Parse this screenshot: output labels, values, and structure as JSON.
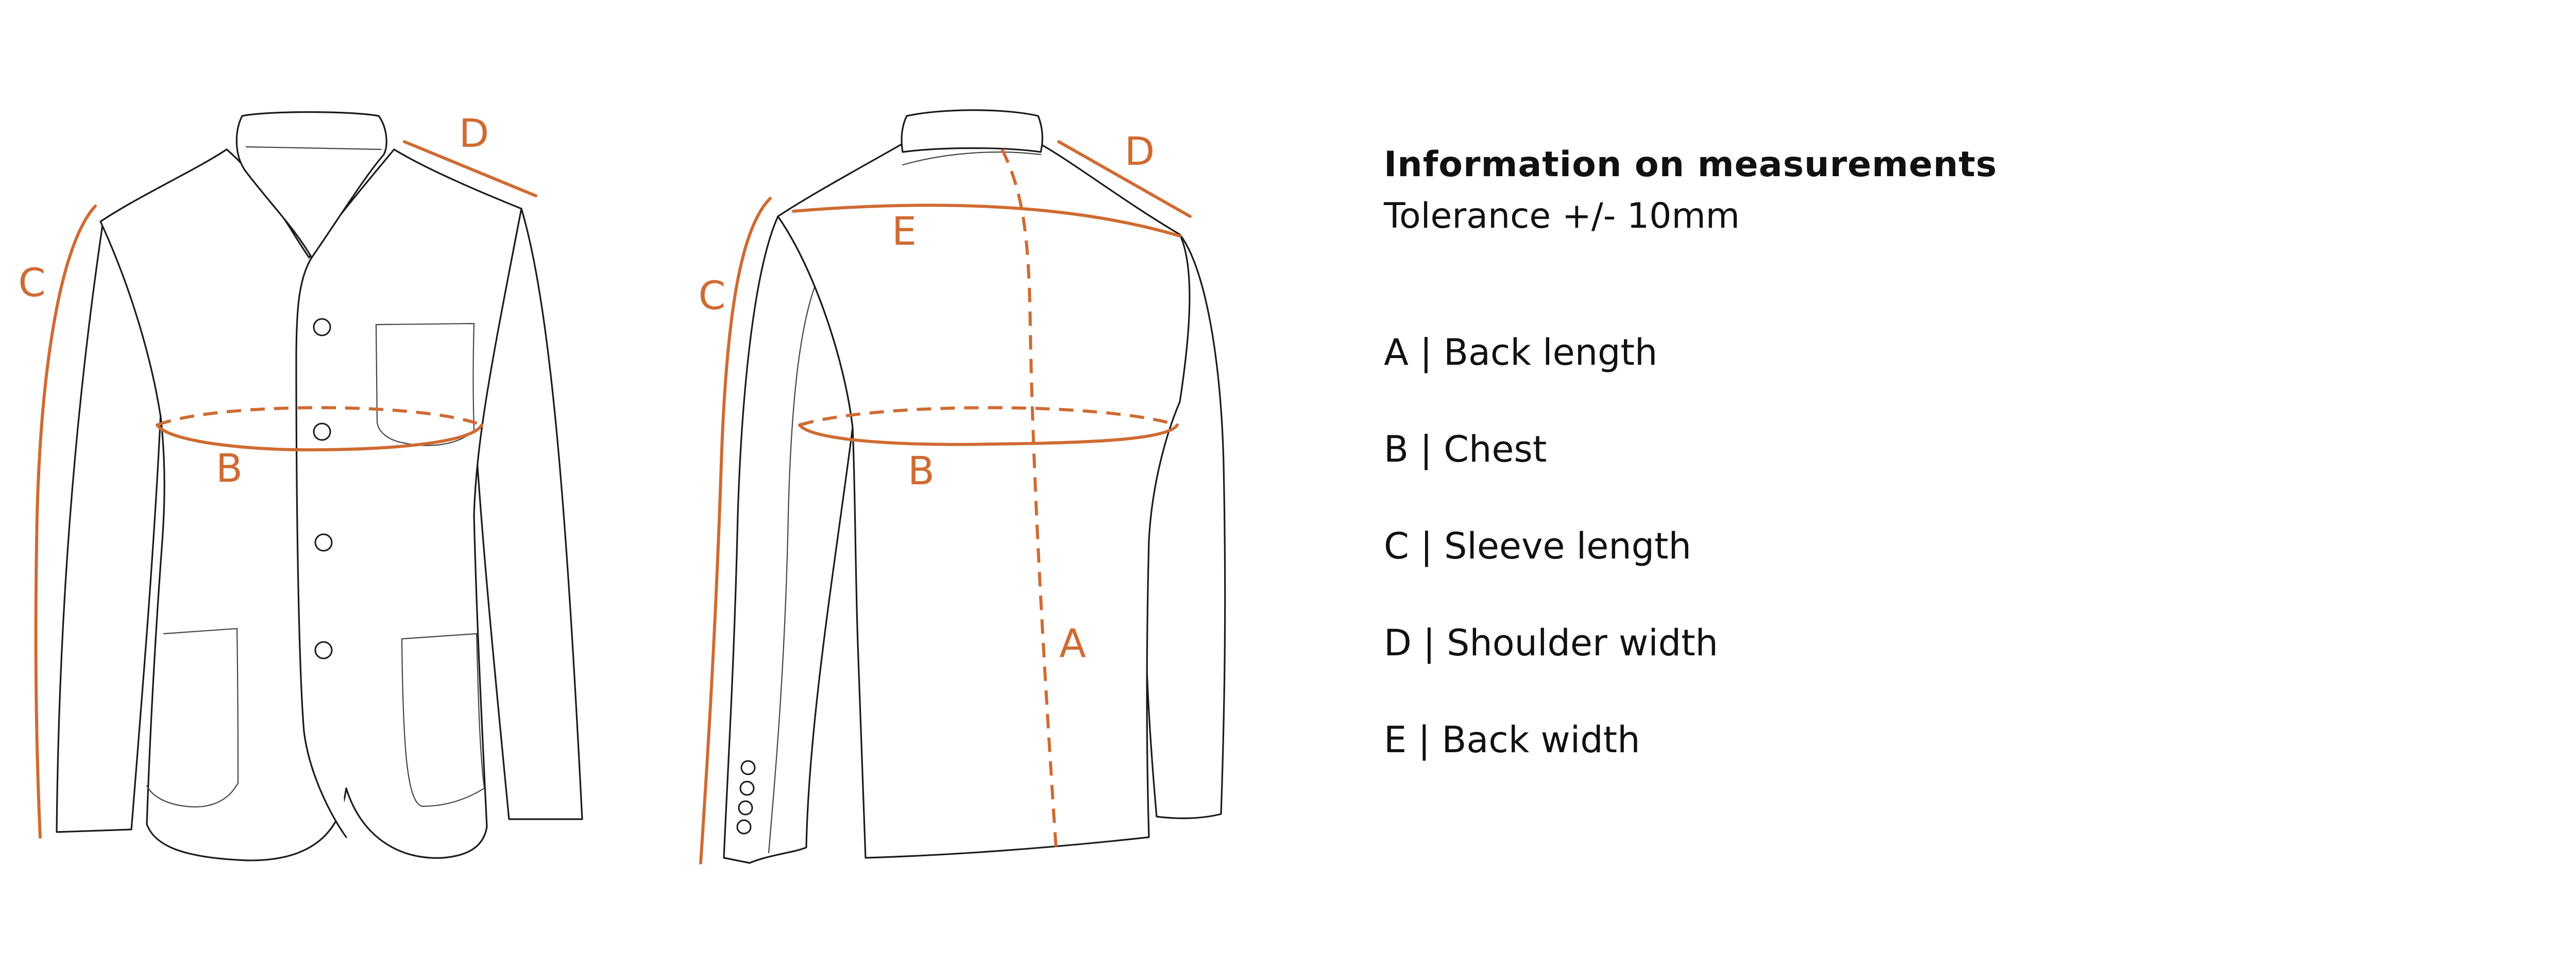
{
  "info": {
    "title": "Information on measurements",
    "tolerance": "Tolerance +/- 10mm",
    "items": [
      {
        "key": "A",
        "label": "Back length"
      },
      {
        "key": "B",
        "label": "Chest"
      },
      {
        "key": "C",
        "label": "Sleeve length"
      },
      {
        "key": "D",
        "label": "Shoulder width"
      },
      {
        "key": "E",
        "label": "Back width"
      }
    ]
  },
  "diagram_labels": {
    "front": {
      "b": "B",
      "c": "C",
      "d": "D"
    },
    "back": {
      "a": "A",
      "b": "B",
      "c": "C",
      "d": "D",
      "e": "E"
    }
  },
  "colors": {
    "measurement": "#cf6b32",
    "outline": "#1a1a1a"
  }
}
